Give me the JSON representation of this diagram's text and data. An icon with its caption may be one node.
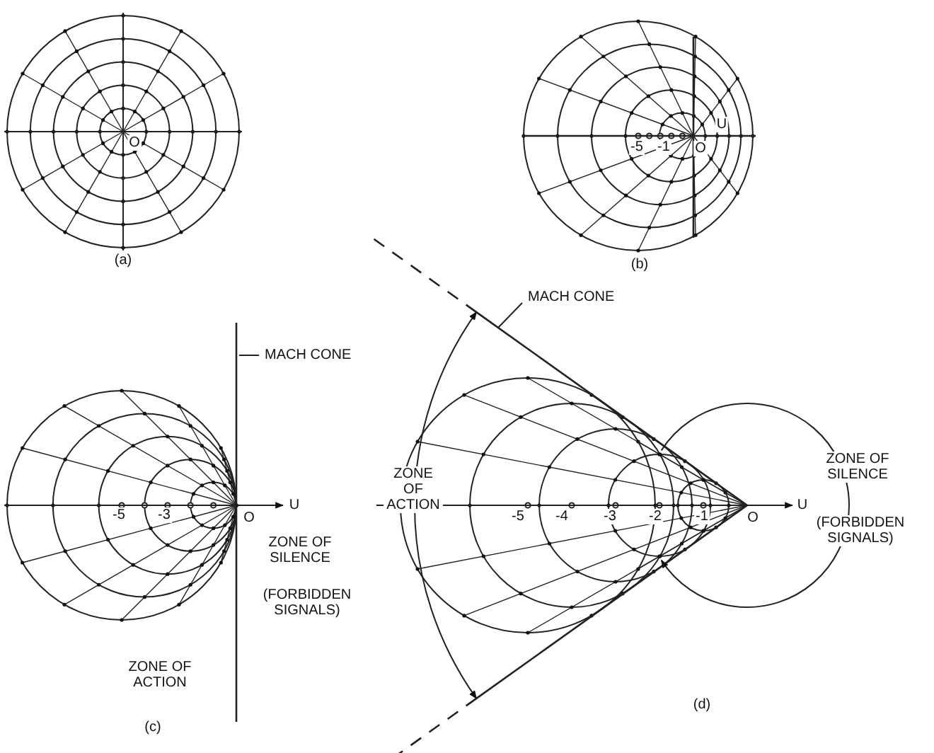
{
  "diagram": {
    "nodes": [
      {
        "text": [
          "MACH CONE"
        ]
      },
      {
        "text": [],
        "shape": "line"
      },
      {
        "text": [
          "MACH CONE"
        ]
      },
      {
        "text": [],
        "shape": "line"
      }
    ],
    "edges": [
      {
        "from": 0,
        "to": 1,
        "arrow": "none"
      },
      {
        "from": 2,
        "to": 3,
        "arrow": "none"
      }
    ],
    "labels": [
      "O",
      "(a)",
      "U",
      "-5",
      "-1",
      "O",
      "(b)",
      "-5",
      "-3",
      "O",
      "U",
      "ZONE OF SILENCE",
      "(FORBIDDEN SIGNALS)",
      "ZONE OF ACTION",
      "(c)",
      "ZONE OF ACTION",
      "-5",
      "-4",
      "-3",
      "-2",
      "-1",
      "O",
      "U",
      "ZONE OF SILENCE",
      "(FORBIDDEN SIGNALS)",
      "(d)"
    ]
  }
}
